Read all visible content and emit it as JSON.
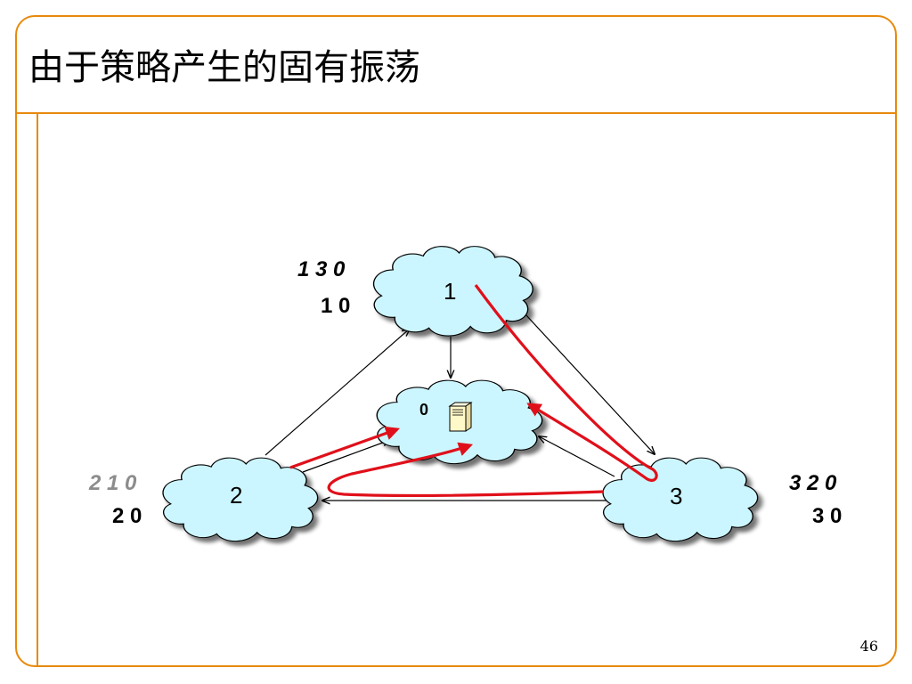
{
  "slide": {
    "title": "由于策略产生的固有振荡",
    "page_number": "46"
  },
  "nodes": {
    "n1": {
      "label": "1",
      "path_pref": "1 3 0",
      "path_direct": "1 0"
    },
    "n2": {
      "label": "2",
      "path_pref": "2 1 0",
      "path_direct": "2 0"
    },
    "n3": {
      "label": "3",
      "path_pref": "3 2 0",
      "path_direct": "3 0"
    },
    "dest": {
      "label": "0",
      "icon": "server-icon"
    }
  },
  "colors": {
    "frame": "#e8890c",
    "cloud_fill": "#ccf6ff",
    "oscillation_path": "#e0101a",
    "faded_label": "#8c8c8c"
  }
}
